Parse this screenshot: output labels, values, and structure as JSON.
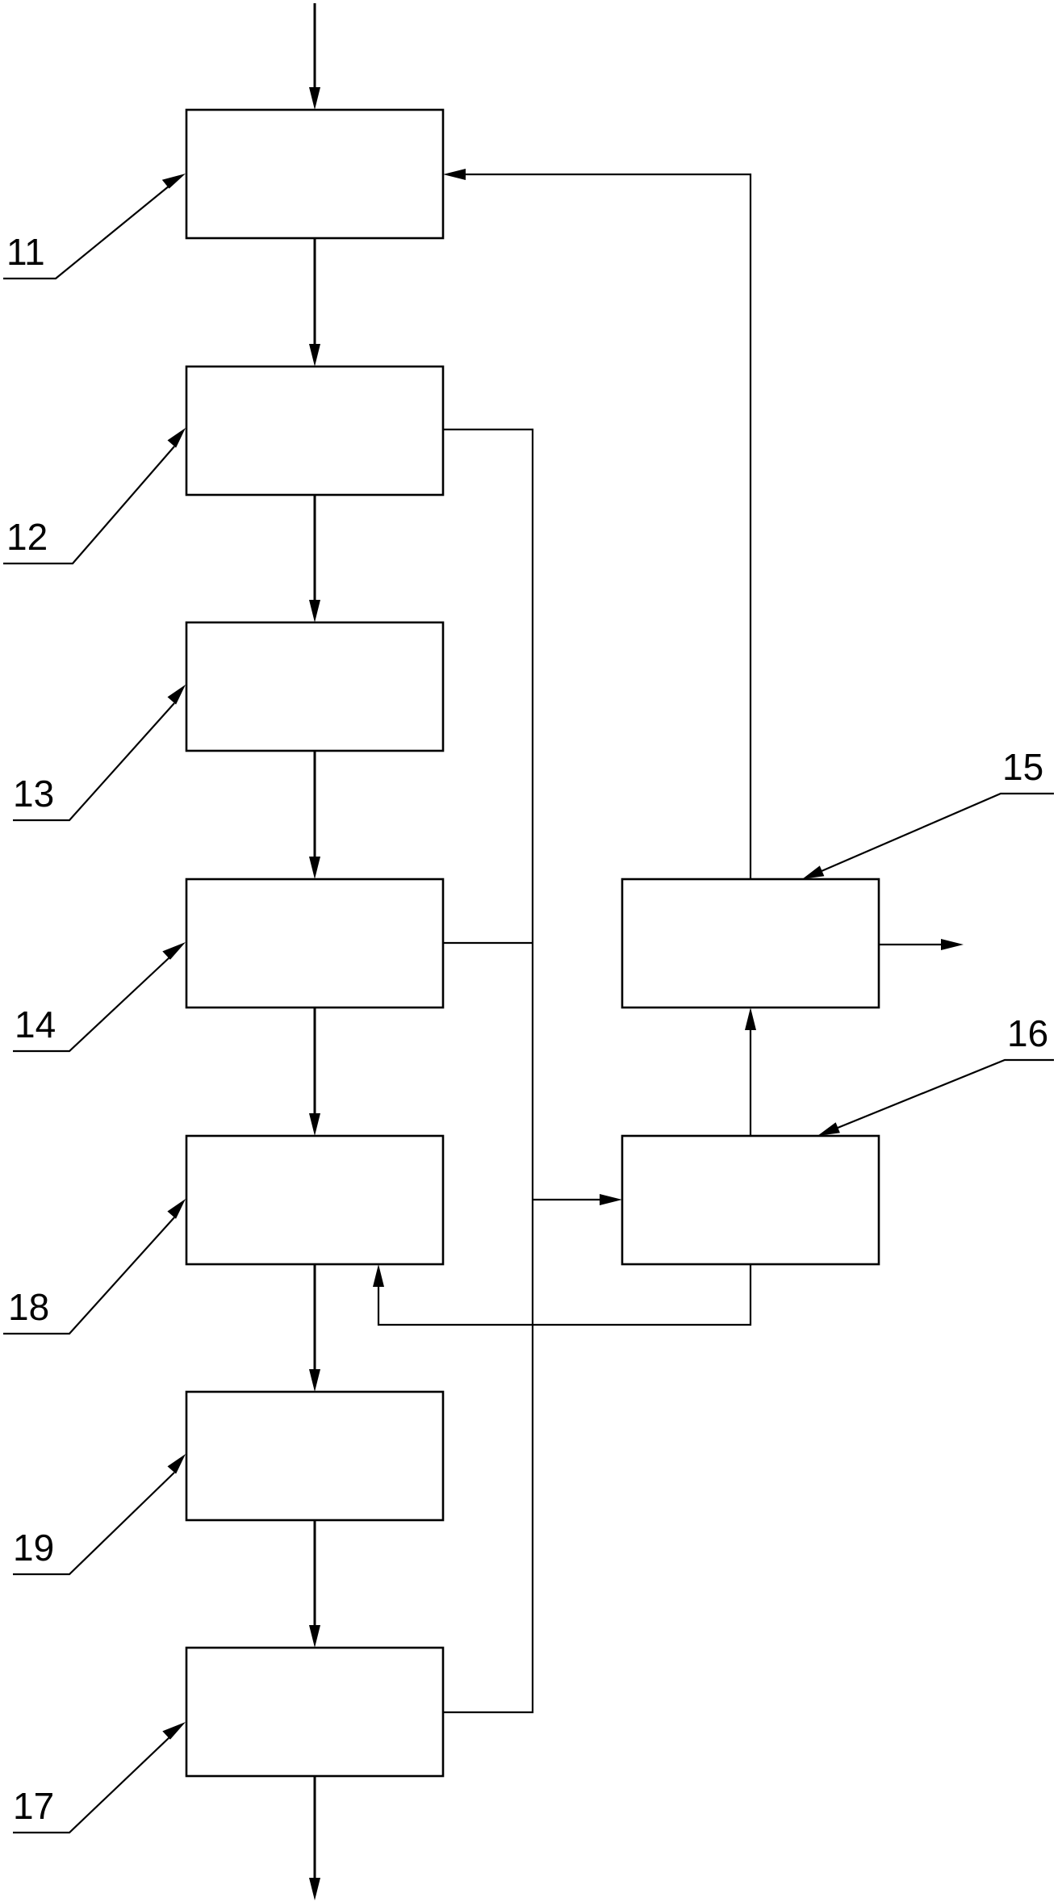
{
  "diagram": {
    "labels": {
      "n11": "11",
      "n12": "12",
      "n13": "13",
      "n14": "14",
      "n15": "15",
      "n16": "16",
      "n17": "17",
      "n18": "18",
      "n19": "19"
    }
  }
}
